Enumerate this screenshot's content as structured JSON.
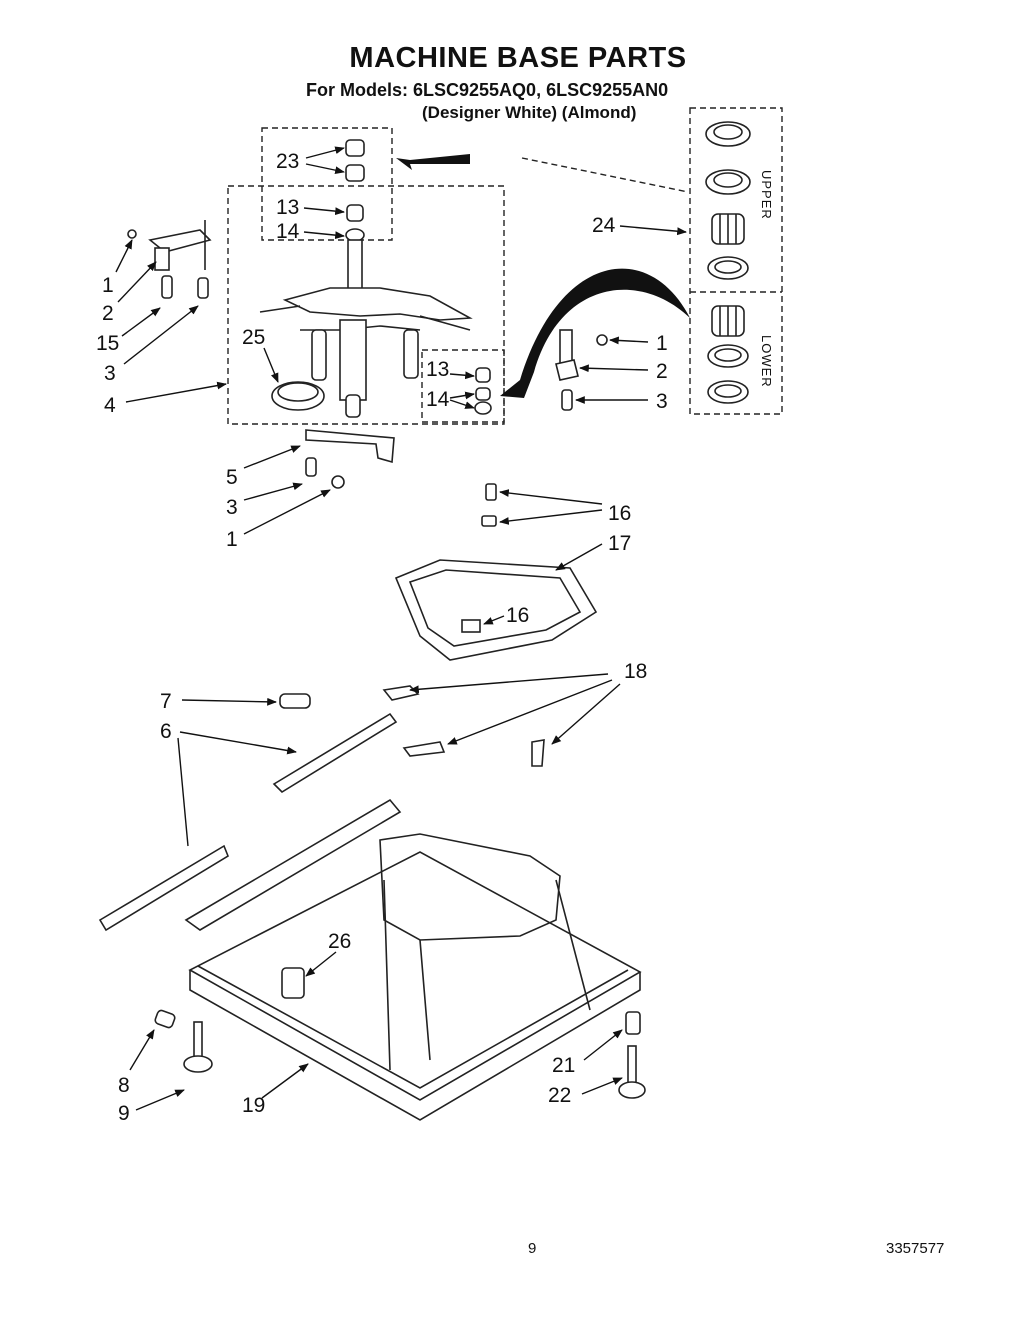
{
  "title": "MACHINE BASE PARTS",
  "models_line": "For Models: 6LSC9255AQ0,  6LSC9255AN0",
  "colors_line": "(Designer White)  (Almond)",
  "bearing_kit": {
    "upper_label": "UPPER",
    "lower_label": "LOWER"
  },
  "callouts": {
    "c23": "23",
    "c13a": "13",
    "c14a": "14",
    "c24": "24",
    "c1a": "1",
    "c2a": "2",
    "c15": "15",
    "c3a": "3",
    "c4": "4",
    "c25": "25",
    "c13b": "13",
    "c14b": "14",
    "c1b": "1",
    "c2b": "2",
    "c3b": "3",
    "c5": "5",
    "c3c": "3",
    "c1c": "1",
    "c16a": "16",
    "c17": "17",
    "c16b": "16",
    "c18": "18",
    "c7": "7",
    "c6": "6",
    "c26": "26",
    "c8": "8",
    "c9": "9",
    "c19": "19",
    "c21": "21",
    "c22": "22"
  },
  "footer": {
    "page_number": "9",
    "doc_number": "3357577"
  }
}
